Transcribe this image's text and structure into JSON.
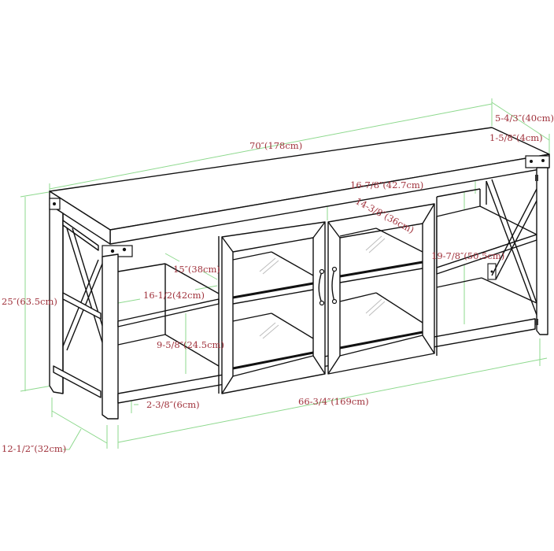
{
  "diagram": {
    "type": "furniture-dimension-drawing",
    "subject": "TV stand console with X-frame sides, two glass cabinet doors and open side shelves",
    "colors": {
      "outline": "#111111",
      "dimension_line": "#8ed98e",
      "label_text": "#a0323c",
      "background": "#ffffff"
    },
    "dimensions": {
      "overall_width": "70″(178cm)",
      "overall_depth": "5-4/3″(40cm)",
      "top_thickness": "1-5/8″(4cm)",
      "door_width": "16-7/8″(42.7cm)",
      "cabinet_inner_depth": "14-3/8″(36cm)",
      "inner_height": "19-7/8″(50.5cm)",
      "overall_height": "25″(63.5cm)",
      "shelf_depth": "15″(38cm)",
      "shelf_width": "16-1/2(42cm)",
      "shelf_clearance": "9-5/8″(24.5cm)",
      "leg_clearance": "2-3/8″(6cm)",
      "inner_width": "66-3/4″(169cm)",
      "leg_depth": "12-1/2″(32cm)"
    },
    "components": [
      "top-panel",
      "left-x-frame",
      "right-x-frame",
      "left-open-shelf",
      "right-open-shelf",
      "left-glass-door",
      "right-glass-door",
      "door-handles",
      "bottom-shelf",
      "legs"
    ]
  }
}
